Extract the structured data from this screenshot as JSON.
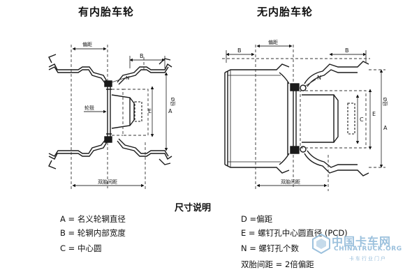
{
  "titles": {
    "left": "有内胎车轮",
    "right": "无内胎车轮"
  },
  "labels": {
    "offset": "偏距",
    "B": "B",
    "N": "N",
    "hub_bolt": "轮毂",
    "diameter": "径Ø",
    "A": "A",
    "E": "E",
    "C": "C",
    "dual_spacing": "双胎间距"
  },
  "legend": {
    "title": "尺寸说明",
    "items": [
      "A = 名义轮辋直径",
      "B = 轮辋内部宽度",
      "C = 中心圆",
      "D =偏距",
      "E = 螺钉孔中心圆直径 (PCD)",
      "N = 螺钉孔个数",
      "双胎间距 = 2倍偏距"
    ]
  },
  "watermark": {
    "cn": "中国卡车网",
    "en": "CHINATRUCK.ORG",
    "sub": "卡车行业门户"
  },
  "colors": {
    "line": "#1a1a1a",
    "dashed": "#333333",
    "watermark": "#9cc1dd"
  }
}
